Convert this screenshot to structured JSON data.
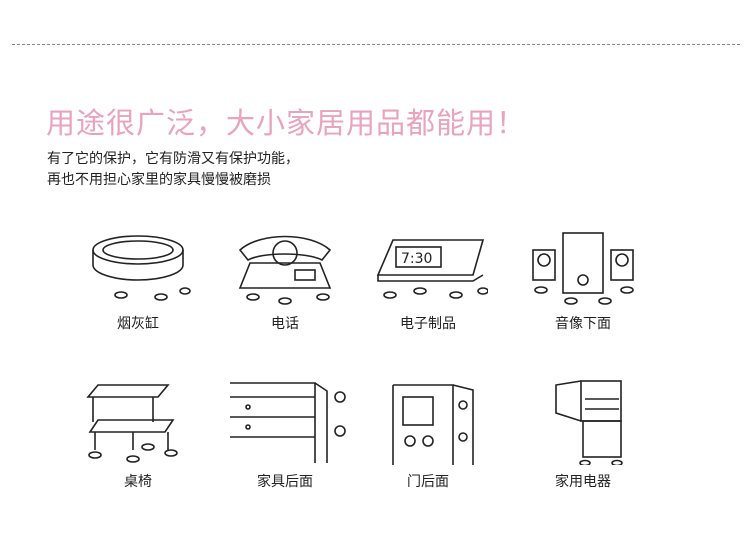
{
  "headline": "用途很广泛，大小家居用品都能用！",
  "description": [
    "有了它的保护，它有防滑又有保护功能，",
    "再也不用担心家里的家具慢慢被磨损"
  ],
  "items": [
    {
      "label": "烟灰缸",
      "icon": "ashtray-icon"
    },
    {
      "label": "电话",
      "icon": "telephone-icon"
    },
    {
      "label": "电子制品",
      "icon": "clock-icon",
      "clock_text": "7:30"
    },
    {
      "label": "音像下面",
      "icon": "speaker-icon"
    },
    {
      "label": "桌椅",
      "icon": "table-chair-icon"
    },
    {
      "label": "家具后面",
      "icon": "cabinet-icon"
    },
    {
      "label": "门后面",
      "icon": "door-icon"
    },
    {
      "label": "家用电器",
      "icon": "fridge-icon"
    }
  ],
  "colors": {
    "headline": "#e9a3bb",
    "text": "#222222"
  }
}
